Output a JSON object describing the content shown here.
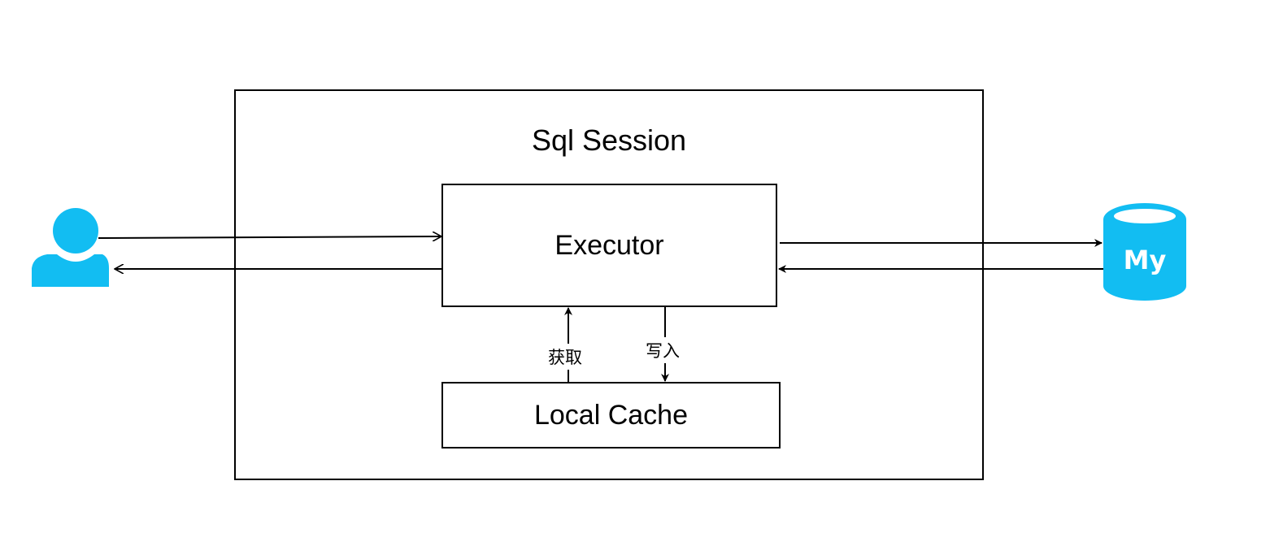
{
  "diagram": {
    "container": {
      "title": "Sql Session"
    },
    "nodes": {
      "executor": {
        "label": "Executor"
      },
      "local_cache": {
        "label": "Local Cache"
      },
      "user": {
        "icon": "user-icon"
      },
      "database": {
        "icon": "mysql-database-icon",
        "text": "My"
      }
    },
    "edges": {
      "get_label": "获取",
      "put_label": "写入"
    },
    "colors": {
      "icon_fill": "#12bdf2",
      "stroke": "#000000"
    }
  }
}
